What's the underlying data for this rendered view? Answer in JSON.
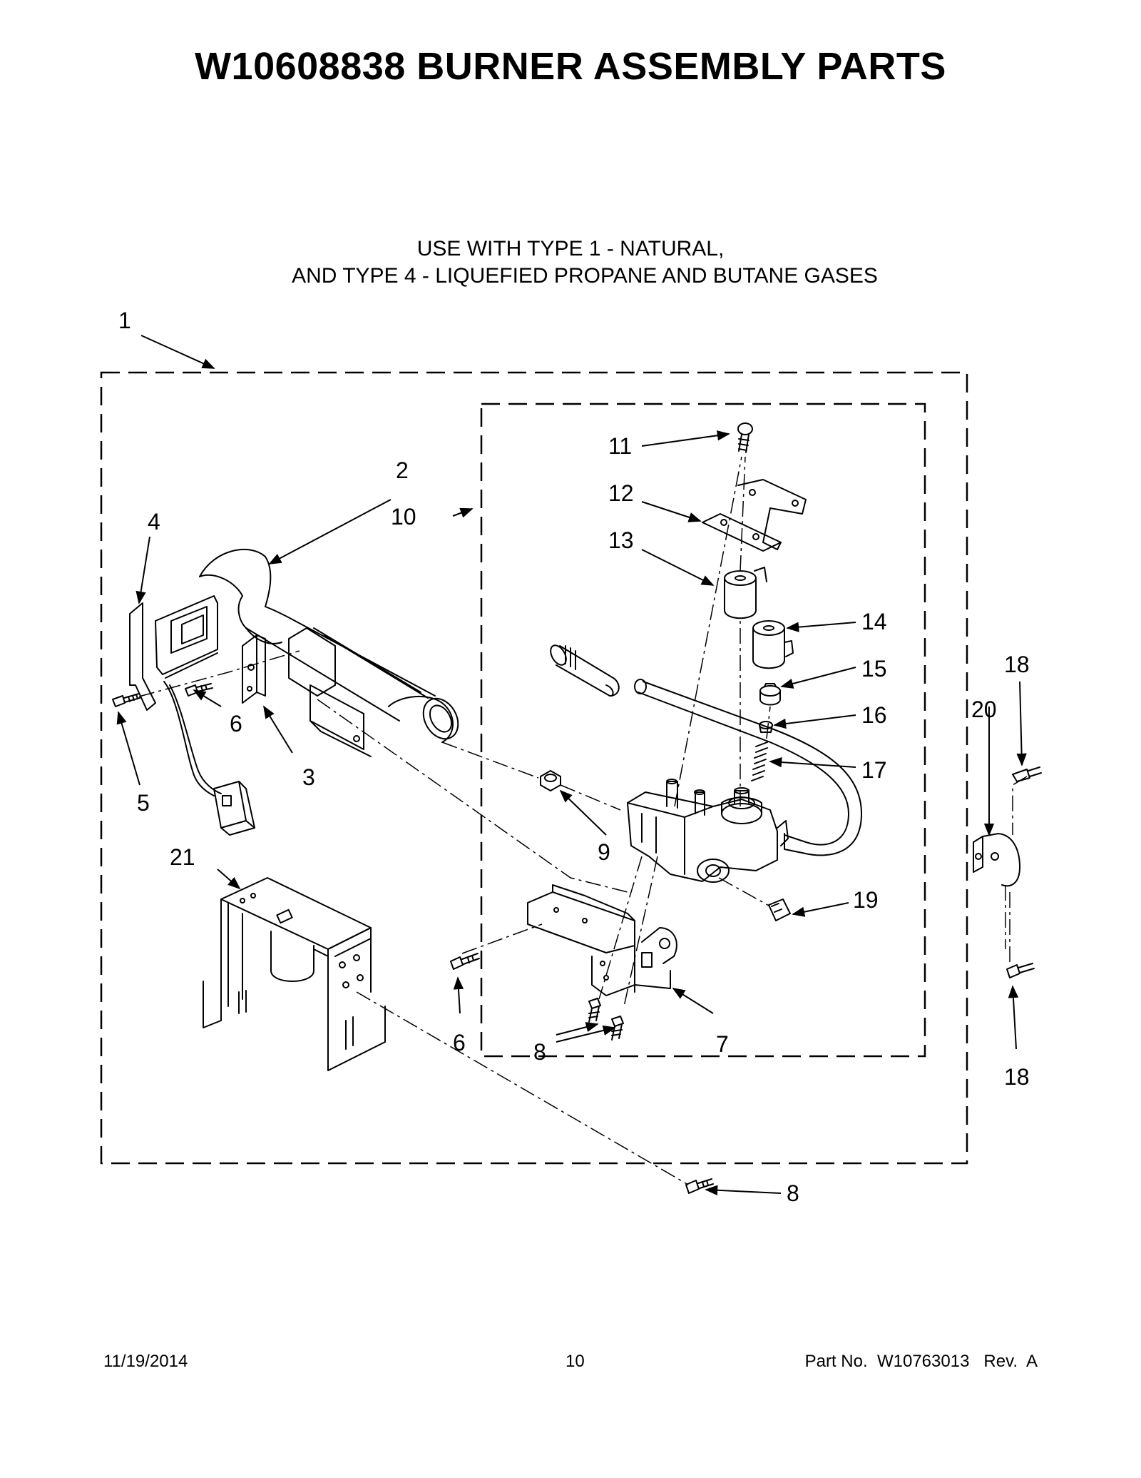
{
  "header": {
    "title": "W10608838 BURNER ASSEMBLY PARTS",
    "subtitle_line1": "USE WITH TYPE 1 - NATURAL,",
    "subtitle_line2": "AND TYPE 4 - LIQUEFIED PROPANE AND BUTANE GASES"
  },
  "callouts": {
    "c1": "1",
    "c2": "2",
    "c3": "3",
    "c4": "4",
    "c5": "5",
    "c6a": "6",
    "c6b": "6",
    "c7": "7",
    "c8a": "8",
    "c8b": "8",
    "c9": "9",
    "c10": "10",
    "c11": "11",
    "c12": "12",
    "c13": "13",
    "c14": "14",
    "c15": "15",
    "c16": "16",
    "c17": "17",
    "c18a": "18",
    "c18b": "18",
    "c19": "19",
    "c20": "20",
    "c21": "21"
  },
  "footer": {
    "date": "11/19/2014",
    "page": "10",
    "part_no": "Part No.  W10763013   Rev.  A"
  }
}
